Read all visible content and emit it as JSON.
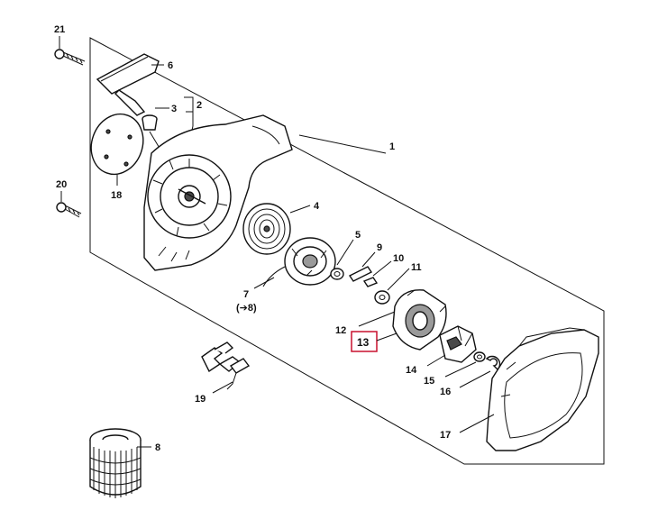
{
  "callouts": {
    "c1": "1",
    "c2": "2",
    "c3": "3",
    "c4": "4",
    "c5": "5",
    "c6": "6",
    "c7": "7",
    "c7_ref": "(➔8)",
    "c8": "8",
    "c9": "9",
    "c10": "10",
    "c11": "11",
    "c12": "12",
    "c13": "13",
    "c14": "14",
    "c15": "15",
    "c16": "16",
    "c17": "17",
    "c18": "18",
    "c19": "19",
    "c20": "20",
    "c21": "21"
  },
  "colors": {
    "highlight_box": "#c8102e",
    "line": "#111111"
  }
}
